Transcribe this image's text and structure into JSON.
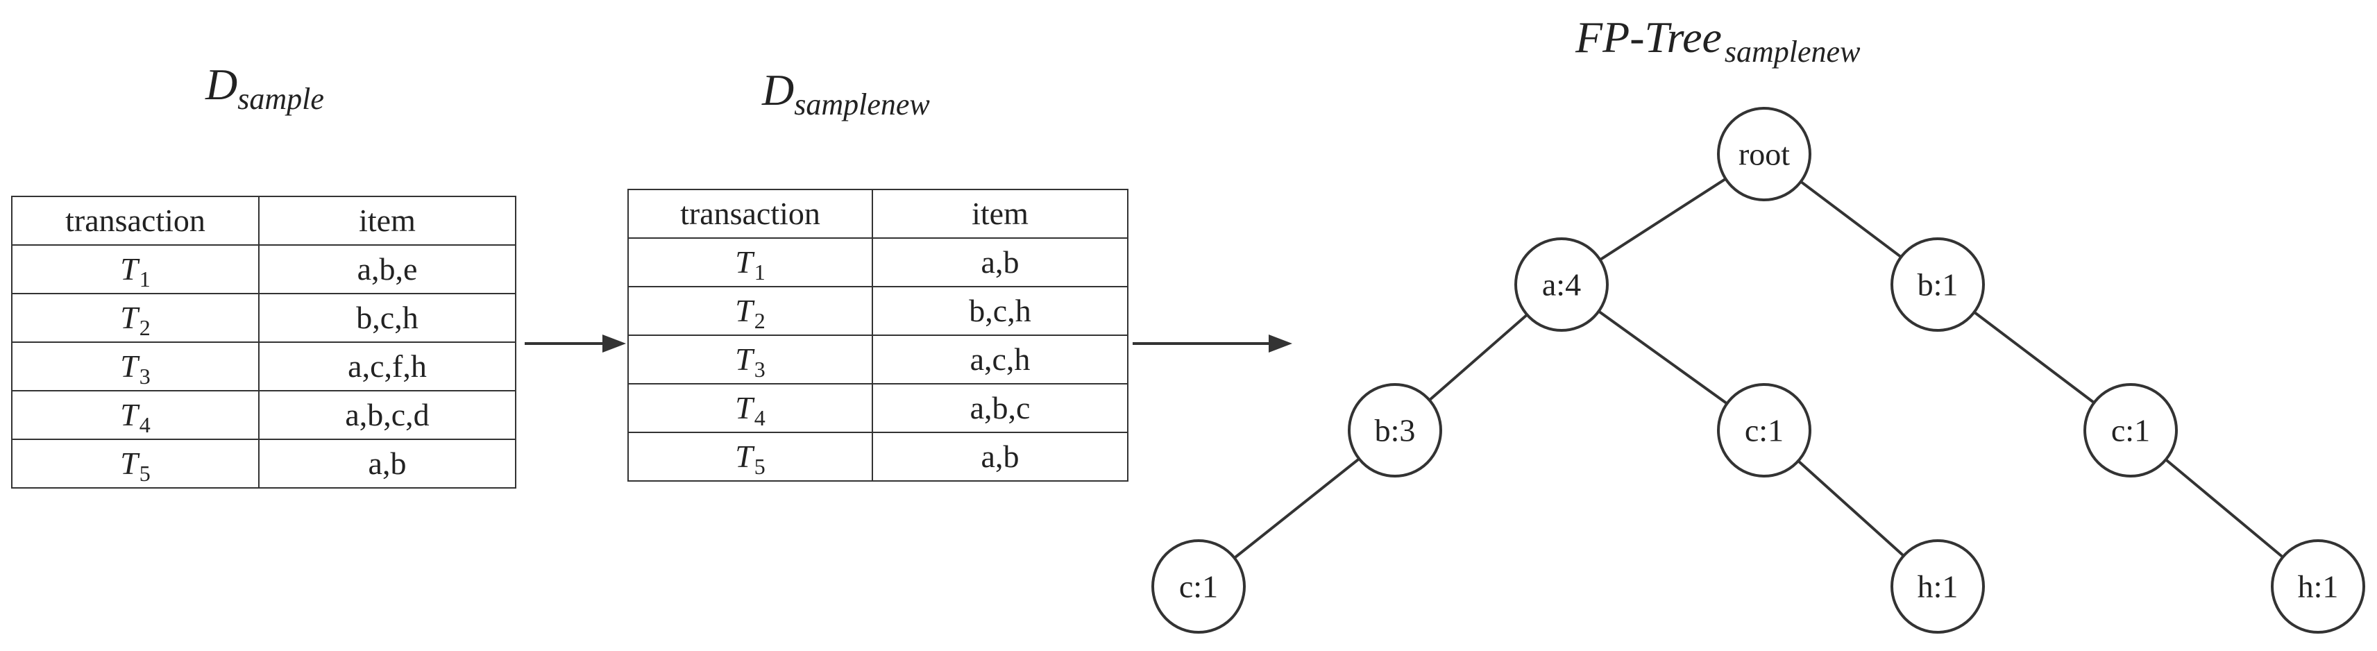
{
  "sample": {
    "title_main": "D",
    "title_sub": "sample",
    "headers": [
      "transaction",
      "item"
    ],
    "rows": [
      {
        "tid": "T",
        "n": "1",
        "items": "a,b,e"
      },
      {
        "tid": "T",
        "n": "2",
        "items": "b,c,h"
      },
      {
        "tid": "T",
        "n": "3",
        "items": "a,c,f,h"
      },
      {
        "tid": "T",
        "n": "4",
        "items": "a,b,c,d"
      },
      {
        "tid": "T",
        "n": "5",
        "items": "a,b"
      }
    ]
  },
  "samplenew": {
    "title_main": "D",
    "title_sub": "samplenew",
    "headers": [
      "transaction",
      "item"
    ],
    "rows": [
      {
        "tid": "T",
        "n": "1",
        "items": "a,b"
      },
      {
        "tid": "T",
        "n": "2",
        "items": "b,c,h"
      },
      {
        "tid": "T",
        "n": "3",
        "items": "a,c,h"
      },
      {
        "tid": "T",
        "n": "4",
        "items": "a,b,c"
      },
      {
        "tid": "T",
        "n": "5",
        "items": "a,b"
      }
    ]
  },
  "tree": {
    "title_main": "FP-Tree",
    "title_sub": "samplenew",
    "nodes": [
      {
        "id": "root",
        "label": "root",
        "parent": null
      },
      {
        "id": "a4",
        "label": "a:4",
        "parent": "root"
      },
      {
        "id": "b1",
        "label": "b:1",
        "parent": "root"
      },
      {
        "id": "b3",
        "label": "b:3",
        "parent": "a4"
      },
      {
        "id": "c1a",
        "label": "c:1",
        "parent": "a4"
      },
      {
        "id": "c1b",
        "label": "c:1",
        "parent": "b1"
      },
      {
        "id": "c1c",
        "label": "c:1",
        "parent": "b3"
      },
      {
        "id": "h1a",
        "label": "h:1",
        "parent": "c1a"
      },
      {
        "id": "h1b",
        "label": "h:1",
        "parent": "c1b"
      }
    ]
  },
  "colors": {
    "line": "#333333",
    "text": "#222222"
  }
}
